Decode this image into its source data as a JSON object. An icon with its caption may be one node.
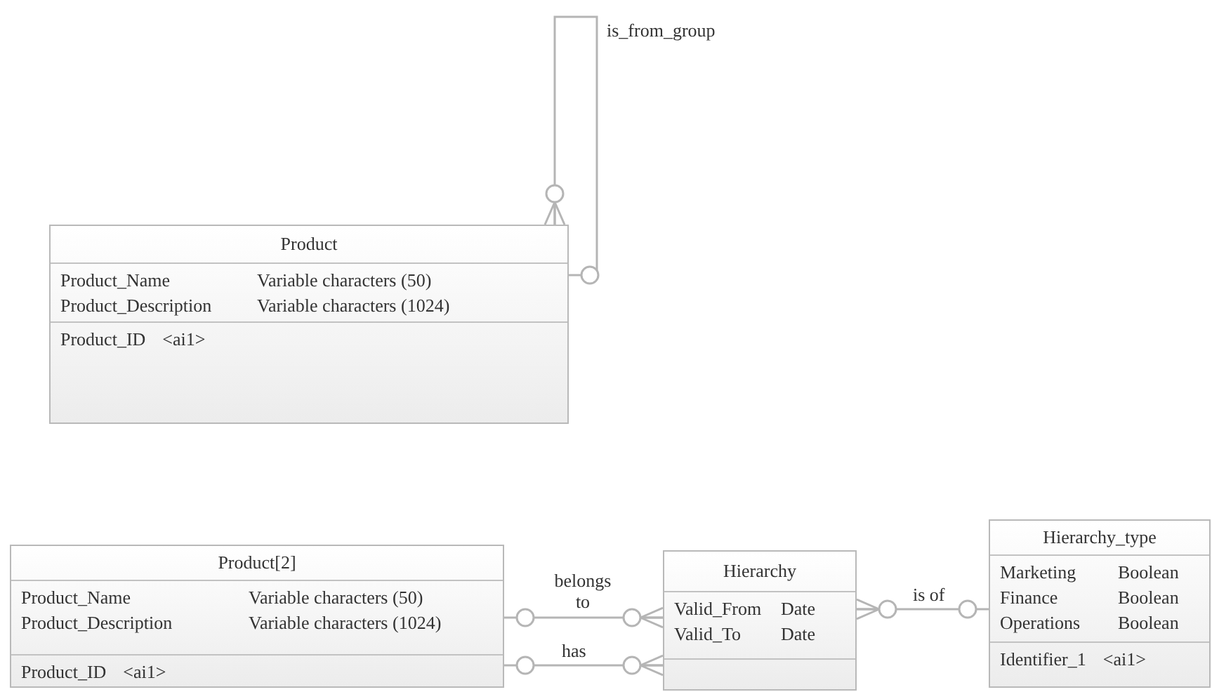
{
  "diagram": {
    "nodes": [
      {
        "text": [
          "Product"
        ]
      },
      {
        "text": [
          "Product_Name",
          "Variable characters (50)",
          "Product_Description",
          "Variable characters (1024)"
        ],
        "in": 0
      },
      {
        "text": [
          "Product_ID",
          "<ai1>"
        ],
        "in": 0
      },
      {
        "text": [
          "Product[2]"
        ]
      },
      {
        "text": [
          "Product_Name",
          "Variable characters (50)",
          "Product_Description",
          "Variable characters (1024)"
        ],
        "in": 3
      },
      {
        "text": [
          "Product_ID",
          "<ai1>"
        ],
        "in": 3
      },
      {
        "text": [
          "Hierarchy"
        ]
      },
      {
        "text": [
          "Valid_From",
          "Date",
          "Valid_To",
          "Date"
        ],
        "in": 6
      },
      {
        "text": [],
        "shape": "box",
        "in": 6
      },
      {
        "text": [
          "Hierarchy_type"
        ]
      },
      {
        "text": [
          "Marketing",
          "Boolean",
          "Finance",
          "Boolean",
          "Operations",
          "Boolean"
        ],
        "in": 9
      },
      {
        "text": [
          "Identifier_1",
          "<ai1>"
        ],
        "in": 9
      }
    ],
    "edges": [
      {
        "from": 1,
        "to": 0,
        "arrow": "other",
        "label": "is_from_group"
      },
      {
        "from": 3,
        "to": 6,
        "arrow": "other",
        "label": "belongs to"
      },
      {
        "from": 3,
        "to": 6,
        "arrow": "other",
        "label": "has"
      },
      {
        "from": 9,
        "to": 6,
        "arrow": "other",
        "label": "is of"
      }
    ]
  }
}
